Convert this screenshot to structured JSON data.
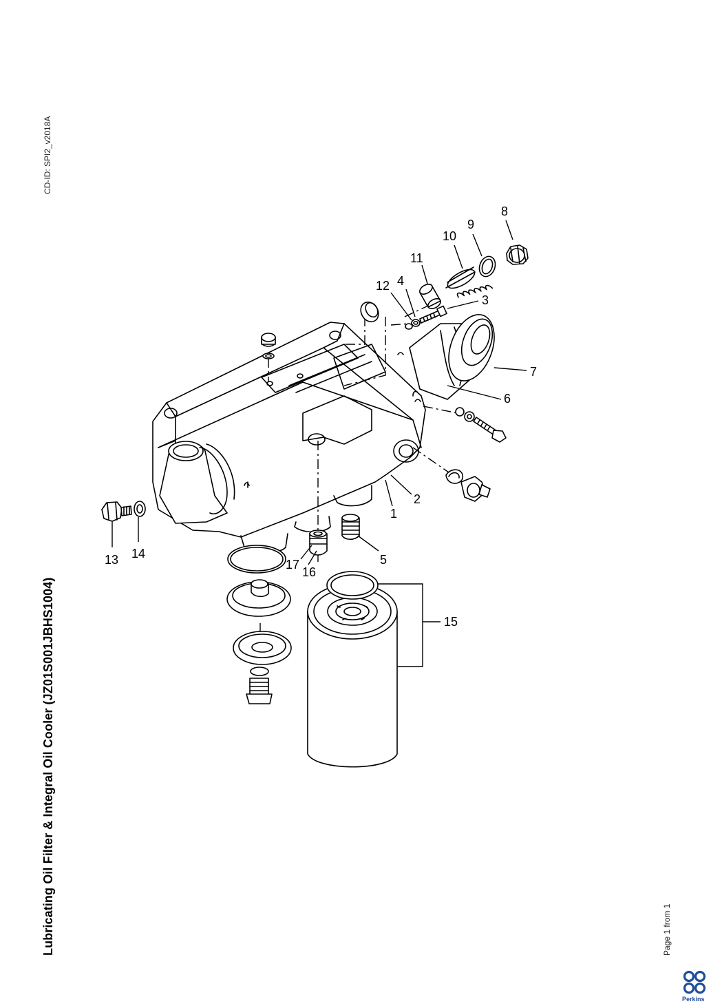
{
  "header": {
    "cd_id": "CD-ID: SPI2_v2018A"
  },
  "document": {
    "title": "Lubricating Oil Filter & Integral Oil Cooler (JZ01S001JBHS1004)"
  },
  "footer": {
    "page": "Page 1 from 1",
    "brand": "Perkins"
  },
  "diagram": {
    "callouts": [
      "1",
      "2",
      "3",
      "4",
      "5",
      "6",
      "7",
      "8",
      "9",
      "10",
      "11",
      "12",
      "13",
      "14",
      "15",
      "16",
      "17"
    ]
  },
  "colors": {
    "brand_blue": "#1e4e9b",
    "line": "#000000",
    "background": "#ffffff"
  },
  "icons": {
    "logo": "perkins-logo"
  }
}
